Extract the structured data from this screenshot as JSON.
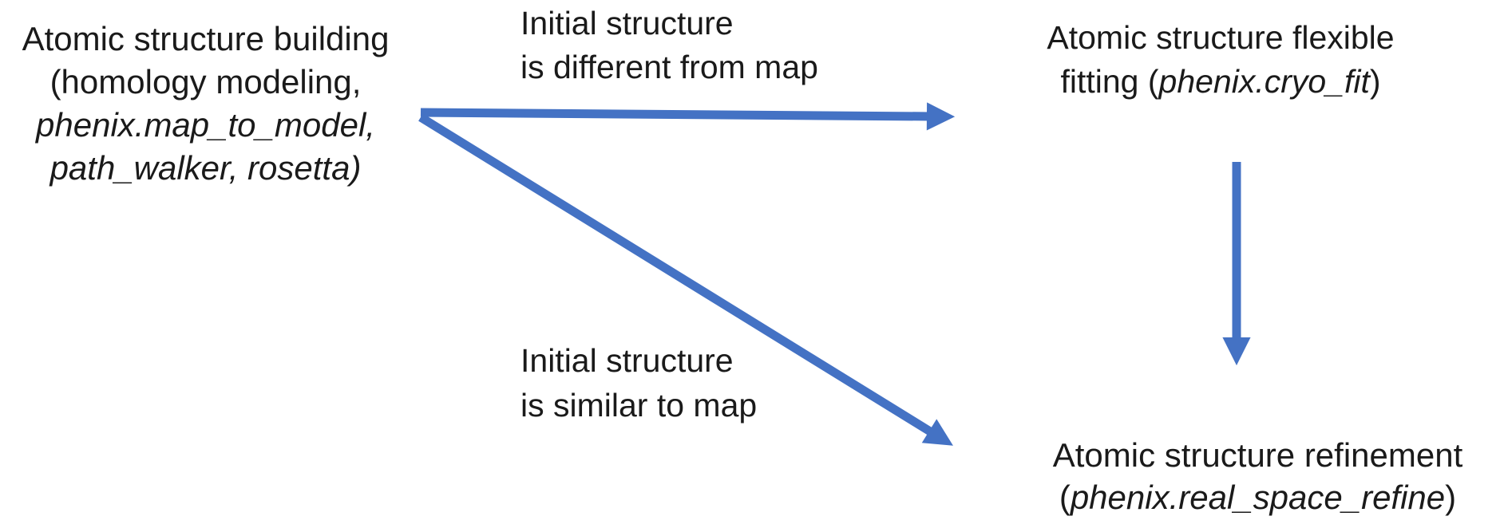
{
  "diagram": {
    "background_color": "#ffffff",
    "text_color": "#1a1a1a",
    "arrow_color": "#4472c4"
  },
  "nodes": {
    "building": {
      "line1": "Atomic structure building",
      "line2": "(homology modeling,",
      "line3": "phenix.map_to_model,",
      "line4": "path_walker, rosetta)"
    },
    "flexible_fitting": {
      "line1": "Atomic structure flexible",
      "line2_prefix": "fitting (",
      "line2_program": "phenix.cryo_fit",
      "line2_suffix": ")"
    },
    "refinement": {
      "line1": "Atomic structure refinement",
      "line2_prefix": "(",
      "line2_program": "phenix.real_space_refine",
      "line2_suffix": ")"
    }
  },
  "edge_labels": {
    "different_from_map": {
      "line1": "Initial structure",
      "line2": "is different from map"
    },
    "similar_to_map": {
      "line1": "Initial structure",
      "line2": "is similar to map"
    }
  }
}
